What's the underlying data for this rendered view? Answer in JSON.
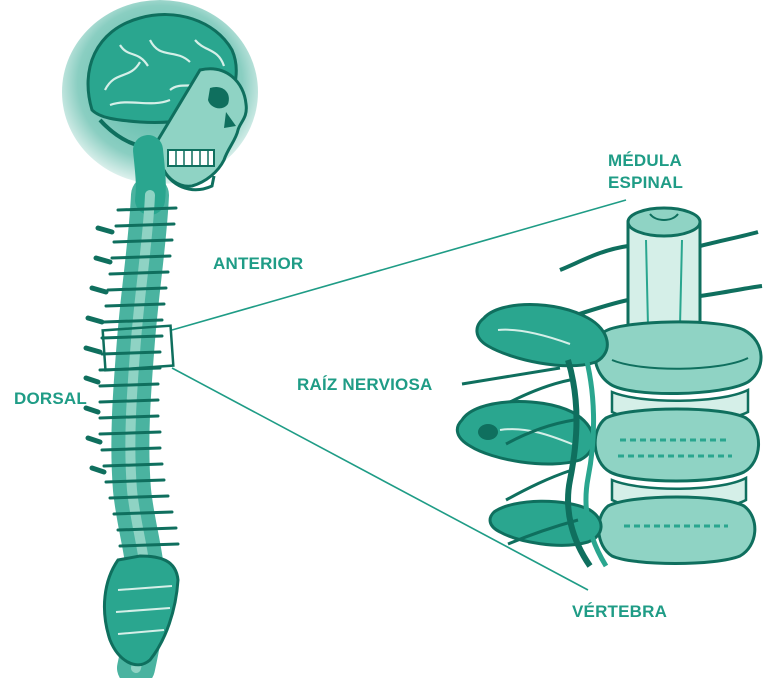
{
  "diagram": {
    "labels": {
      "medula_line1": "MÉDULA",
      "medula_line2": "ESPINAL",
      "anterior": "ANTERIOR",
      "dorsal": "DORSAL",
      "raiz": "RAÍZ NERVIOSA",
      "vertebra": "VÉRTEBRA"
    },
    "colors": {
      "ink": "#1f9c86",
      "ink_dark": "#0f6f5e",
      "fill": "#2aa68f",
      "fill_light": "#8fd3c4",
      "fill_pale": "#d5efe8",
      "background": "#ffffff"
    }
  }
}
